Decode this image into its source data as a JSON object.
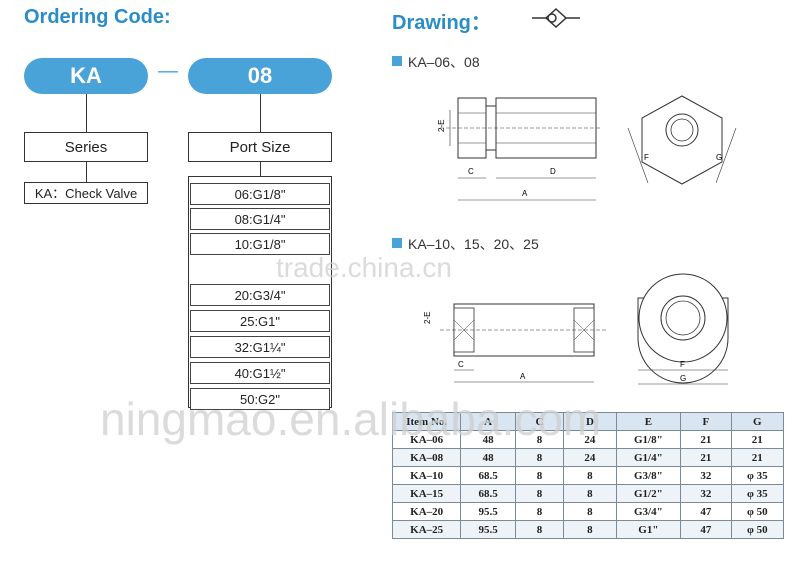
{
  "ordering": {
    "heading": "Ordering Code:",
    "code_series": "KA",
    "code_dash": "—",
    "code_port": "08",
    "series_label": "Series",
    "port_label": "Port Size",
    "series_value": "KA：Check Valve",
    "port_sizes": [
      "06:G1/8\"",
      "08:G1/4\"",
      "10:G1/8\"",
      "20:G3/4\"",
      "25:G1\"",
      "32:G1¼\"",
      "40:G1½\"",
      "50:G2\""
    ]
  },
  "drawing": {
    "heading": "Drawing：",
    "section1": "KA–06、08",
    "section2": "KA–10、15、20、25",
    "dims": {
      "two_e": "2-E",
      "a": "A",
      "c": "C",
      "d": "D",
      "f": "F",
      "g": "G"
    }
  },
  "table": {
    "headers": [
      "Item No.",
      "A",
      "C",
      "D",
      "E",
      "F",
      "G"
    ],
    "rows": [
      [
        "KA–06",
        "48",
        "8",
        "24",
        "G1/8\"",
        "21",
        "21"
      ],
      [
        "KA–08",
        "48",
        "8",
        "24",
        "G1/4\"",
        "21",
        "21"
      ],
      [
        "KA–10",
        "68.5",
        "8",
        "8",
        "G3/8\"",
        "32",
        "φ 35"
      ],
      [
        "KA–15",
        "68.5",
        "8",
        "8",
        "G1/2\"",
        "32",
        "φ 35"
      ],
      [
        "KA–20",
        "95.5",
        "8",
        "8",
        "G3/4\"",
        "47",
        "φ 50"
      ],
      [
        "KA–25",
        "95.5",
        "8",
        "8",
        "G1\"",
        "47",
        "φ 50"
      ]
    ]
  },
  "watermarks": {
    "top": "trade.china.cn",
    "bottom": "ningmao.en.alibaba.com"
  }
}
